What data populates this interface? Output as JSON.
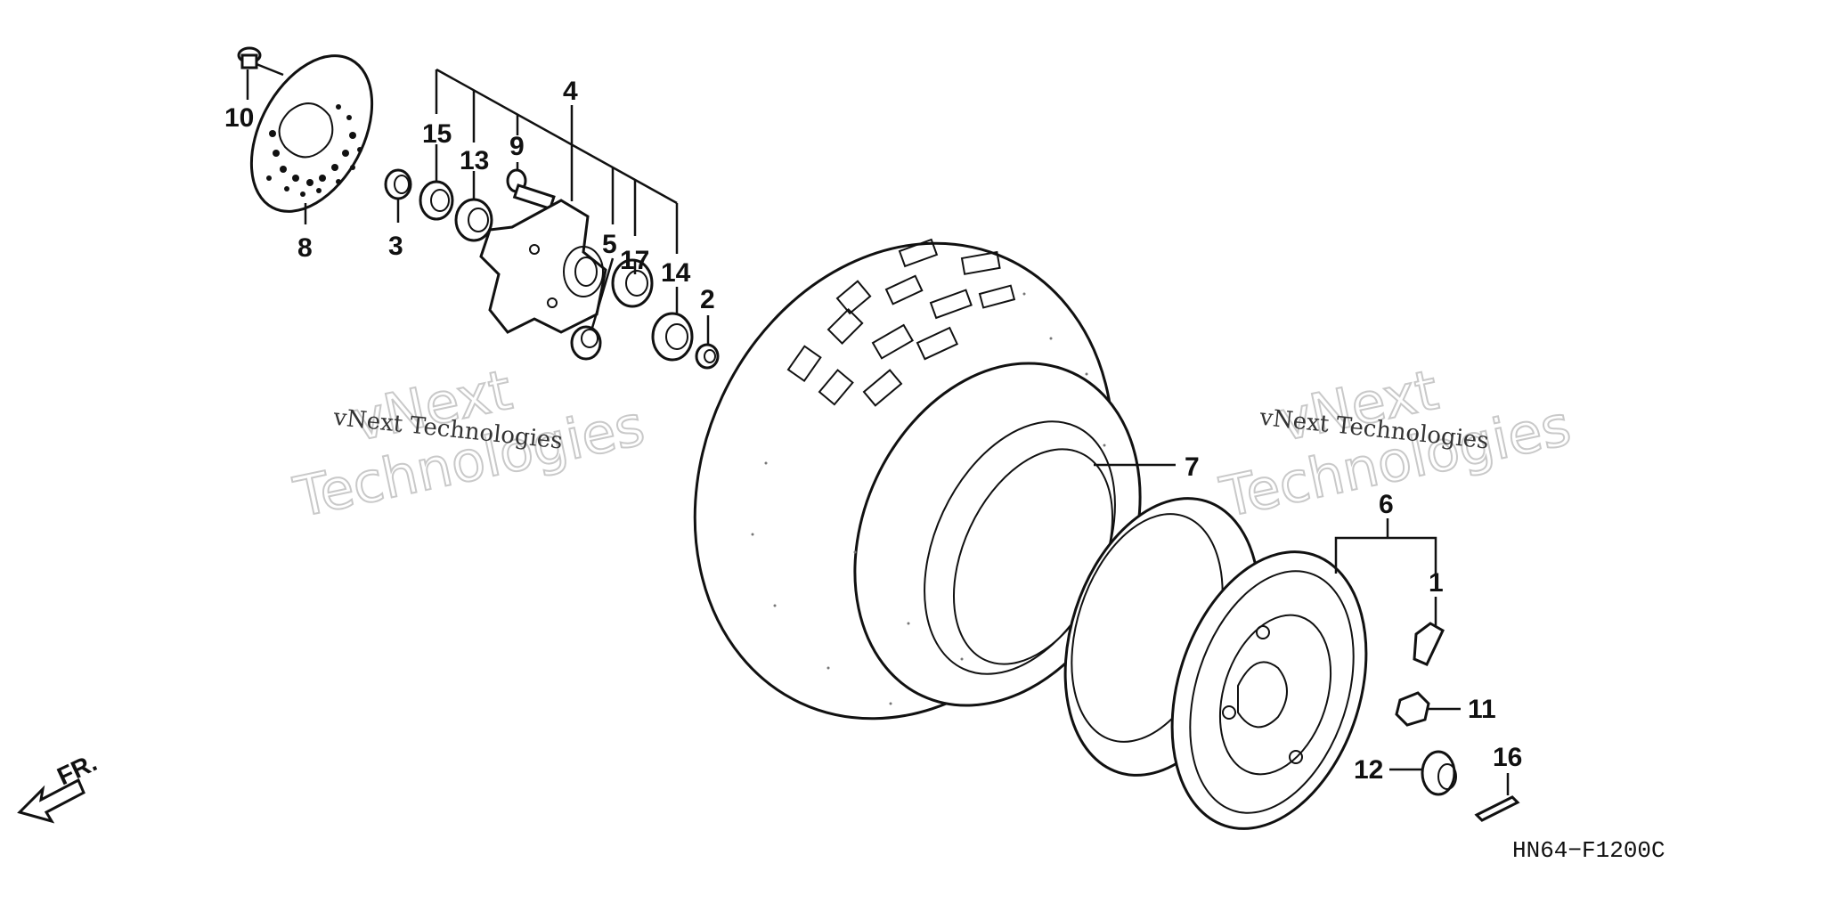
{
  "diagram": {
    "code": "HN64−F1200C",
    "front_arrow_label": "FR.",
    "watermark": {
      "line_small": "vNext Technologies",
      "line_big_1": "vNext",
      "line_big_2": "Technologies"
    },
    "callouts": {
      "p1": "1",
      "p2": "2",
      "p3": "3",
      "p4": "4",
      "p5": "5",
      "p6": "6",
      "p7": "7",
      "p8": "8",
      "p9": "9",
      "p10": "10",
      "p11": "11",
      "p12": "12",
      "p13": "13",
      "p14": "14",
      "p15": "15",
      "p16": "16",
      "p17": "17"
    }
  }
}
